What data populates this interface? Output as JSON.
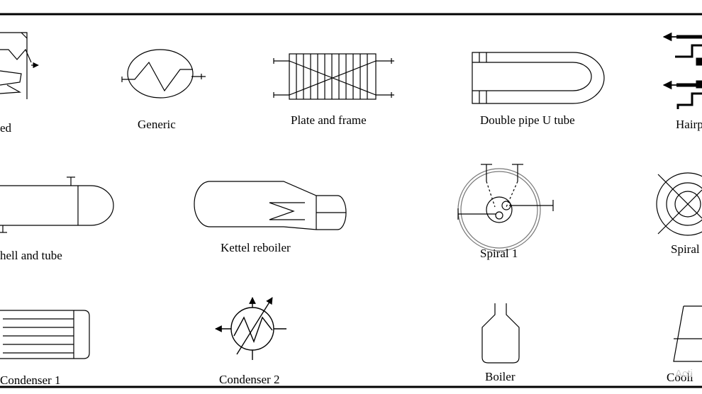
{
  "labels": {
    "fired": "ed",
    "generic": "Generic",
    "plate_frame": "Plate and frame",
    "double_pipe": "Double pipe U tube",
    "hairpin": "Hairp",
    "shell_tube": "hell and tube",
    "kettle": "Kettel reboiler",
    "spiral1": "Spiral 1",
    "spiral2": "Spiral",
    "condenser1": "Condenser 1",
    "condenser2": "Condenser 2",
    "boiler": "Boiler",
    "cooling": "Cooli"
  },
  "watermark": "Acti",
  "colors": {
    "line": "#000000",
    "spiral": "#555555",
    "background": "#ffffff"
  }
}
